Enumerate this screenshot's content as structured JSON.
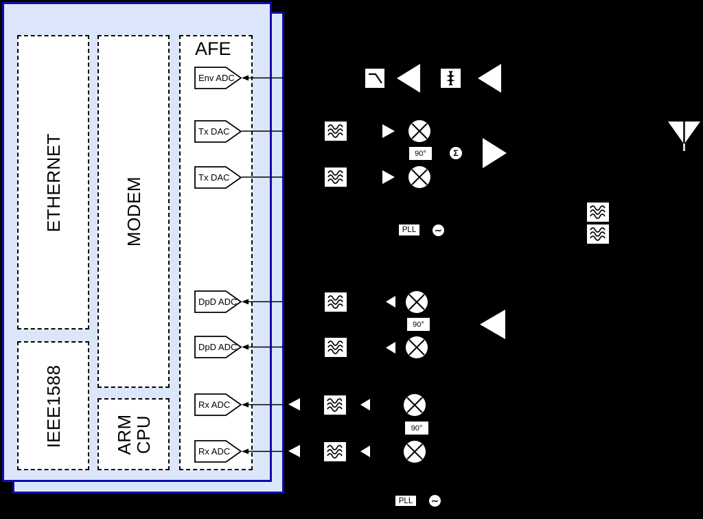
{
  "colors": {
    "background": "#000000",
    "card_fill": "#dbe6fa",
    "card_border": "#0d0da8",
    "line": "#000000"
  },
  "soc": {
    "afe_title": "AFE",
    "ethernet_label": "ETHERNET",
    "modem_label": "MODEM",
    "ieee1588_label": "IEEE1588",
    "arm_cpu_label": "ARM\nCPU",
    "converters": [
      {
        "label": "Env ADC"
      },
      {
        "label": "Tx DAC"
      },
      {
        "label": "Tx DAC"
      },
      {
        "label": "DpD ADC"
      },
      {
        "label": "DpD ADC"
      },
      {
        "label": "Rx ADC"
      },
      {
        "label": "Rx ADC"
      }
    ]
  },
  "rf": {
    "phase_shifter_label": "90°",
    "pll_label": "PLL",
    "summer_glyph": "Σ",
    "oscillator_glyph": "∼"
  },
  "icons": [
    "lowpass-filter-icon",
    "wave-filter-icon",
    "balun-icon",
    "amplifier-icon",
    "mixer-icon",
    "antenna-icon",
    "oscillator-icon",
    "summer-icon"
  ]
}
